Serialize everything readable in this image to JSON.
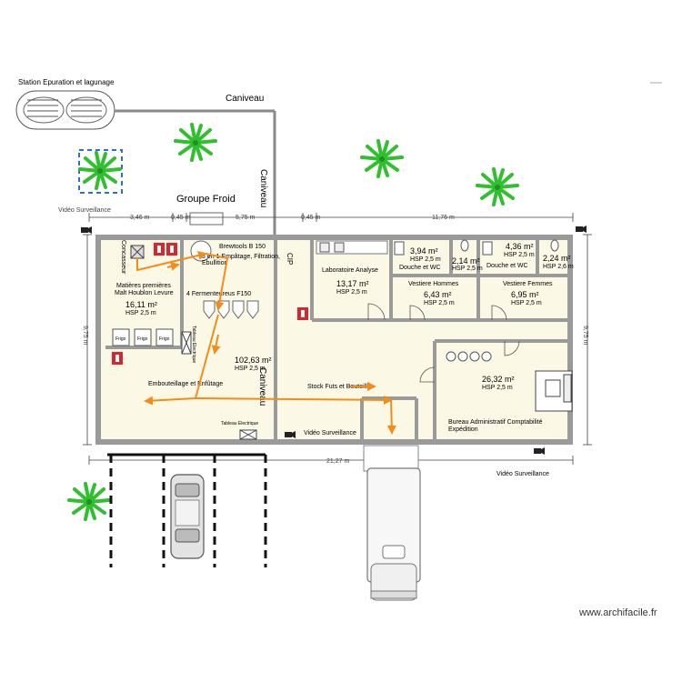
{
  "labels": {
    "station": "Station Epuration et lagunage",
    "caniveau_top": "Caniveau",
    "caniveau_vertical": "Caniveau",
    "caniveau_middle": "Caniveau",
    "groupe_froid": "Groupe Froid",
    "video_surv_1": "Vidéo Surveillance",
    "video_surv_2": "Vidéo Surveillance",
    "video_surv_3": "Vidéo Surveillance",
    "watermark": "www.archifacile.fr",
    "cip": "CIP",
    "concasseur": "Concasseur",
    "brewtools": "Brewtools B 150",
    "brewtools_detail_1": "3 en 1 Empâtage, Filtration,",
    "brewtools_detail_2": "Ebullition",
    "fermenteurs": "4 Fermenteureus F150",
    "tableau_elec_1": "Tableau Electrique",
    "tableau_elec_2": "Tableau Electrique",
    "matieres_1": "Matières premières",
    "matieres_2": "Malt Houblon Levure",
    "embouteillage": "Embouteillage et Enfûtage",
    "stock": "Stock Futs et Bouteille",
    "labo": "Laboratoire Analyse",
    "douche_wc_1": "Douche et WC",
    "douche_wc_2": "Douche et WC",
    "vest_hommes": "Vestiere Hommes",
    "vest_femmes": "Vestiere Femmes",
    "bureau_1": "Bureau Administratif Comptabilité",
    "bureau_2": "Expédition",
    "frigo_1": "Frigo",
    "frigo_2": "Frigo",
    "frigo_3": "Frigo"
  },
  "dimensions": {
    "d1": "3,46 m",
    "d2": "0,45 m",
    "d3": "5,75 m",
    "d4": "0,45 m",
    "d5": "11,76 m",
    "d_left": "9,75 m",
    "d_right": "9,75 m",
    "d_bottom": "21,27 m"
  },
  "rooms": [
    {
      "area": "16,11 m²",
      "hsp": "HSP 2,5 m"
    },
    {
      "area": "102,63 m²",
      "hsp": "HSP 2,5 m"
    },
    {
      "area": "13,17 m²",
      "hsp": "HSP 2,5 m"
    },
    {
      "area": "3,94 m²",
      "hsp": "HSP 2,5 m"
    },
    {
      "area": "2,14 m²",
      "hsp": "HSP 2,5 m"
    },
    {
      "area": "4,36 m²",
      "hsp": "HSP 2,5 m"
    },
    {
      "area": "2,24 m²",
      "hsp": "HSP 2,6 m"
    },
    {
      "area": "6,43 m²",
      "hsp": "HSP 2,5 m"
    },
    {
      "area": "6,95 m²",
      "hsp": "HSP 2,5 m"
    },
    {
      "area": "26,32 m²",
      "hsp": "HSP 2,5 m"
    }
  ],
  "colors": {
    "wall": "#9a9a9a",
    "floor": "#fbf8e6",
    "flow_arrow": "#f28c1a",
    "palm": "#2fbf2f",
    "fire_red": "#d9262e",
    "dimension": "#444444"
  },
  "icons": [
    "palm-tree-icon",
    "fire-extinguisher-icon",
    "camera-icon",
    "car-icon",
    "truck-icon",
    "lagoon-icon",
    "wc-icon",
    "shower-icon",
    "sink-icon",
    "desk-icon"
  ]
}
